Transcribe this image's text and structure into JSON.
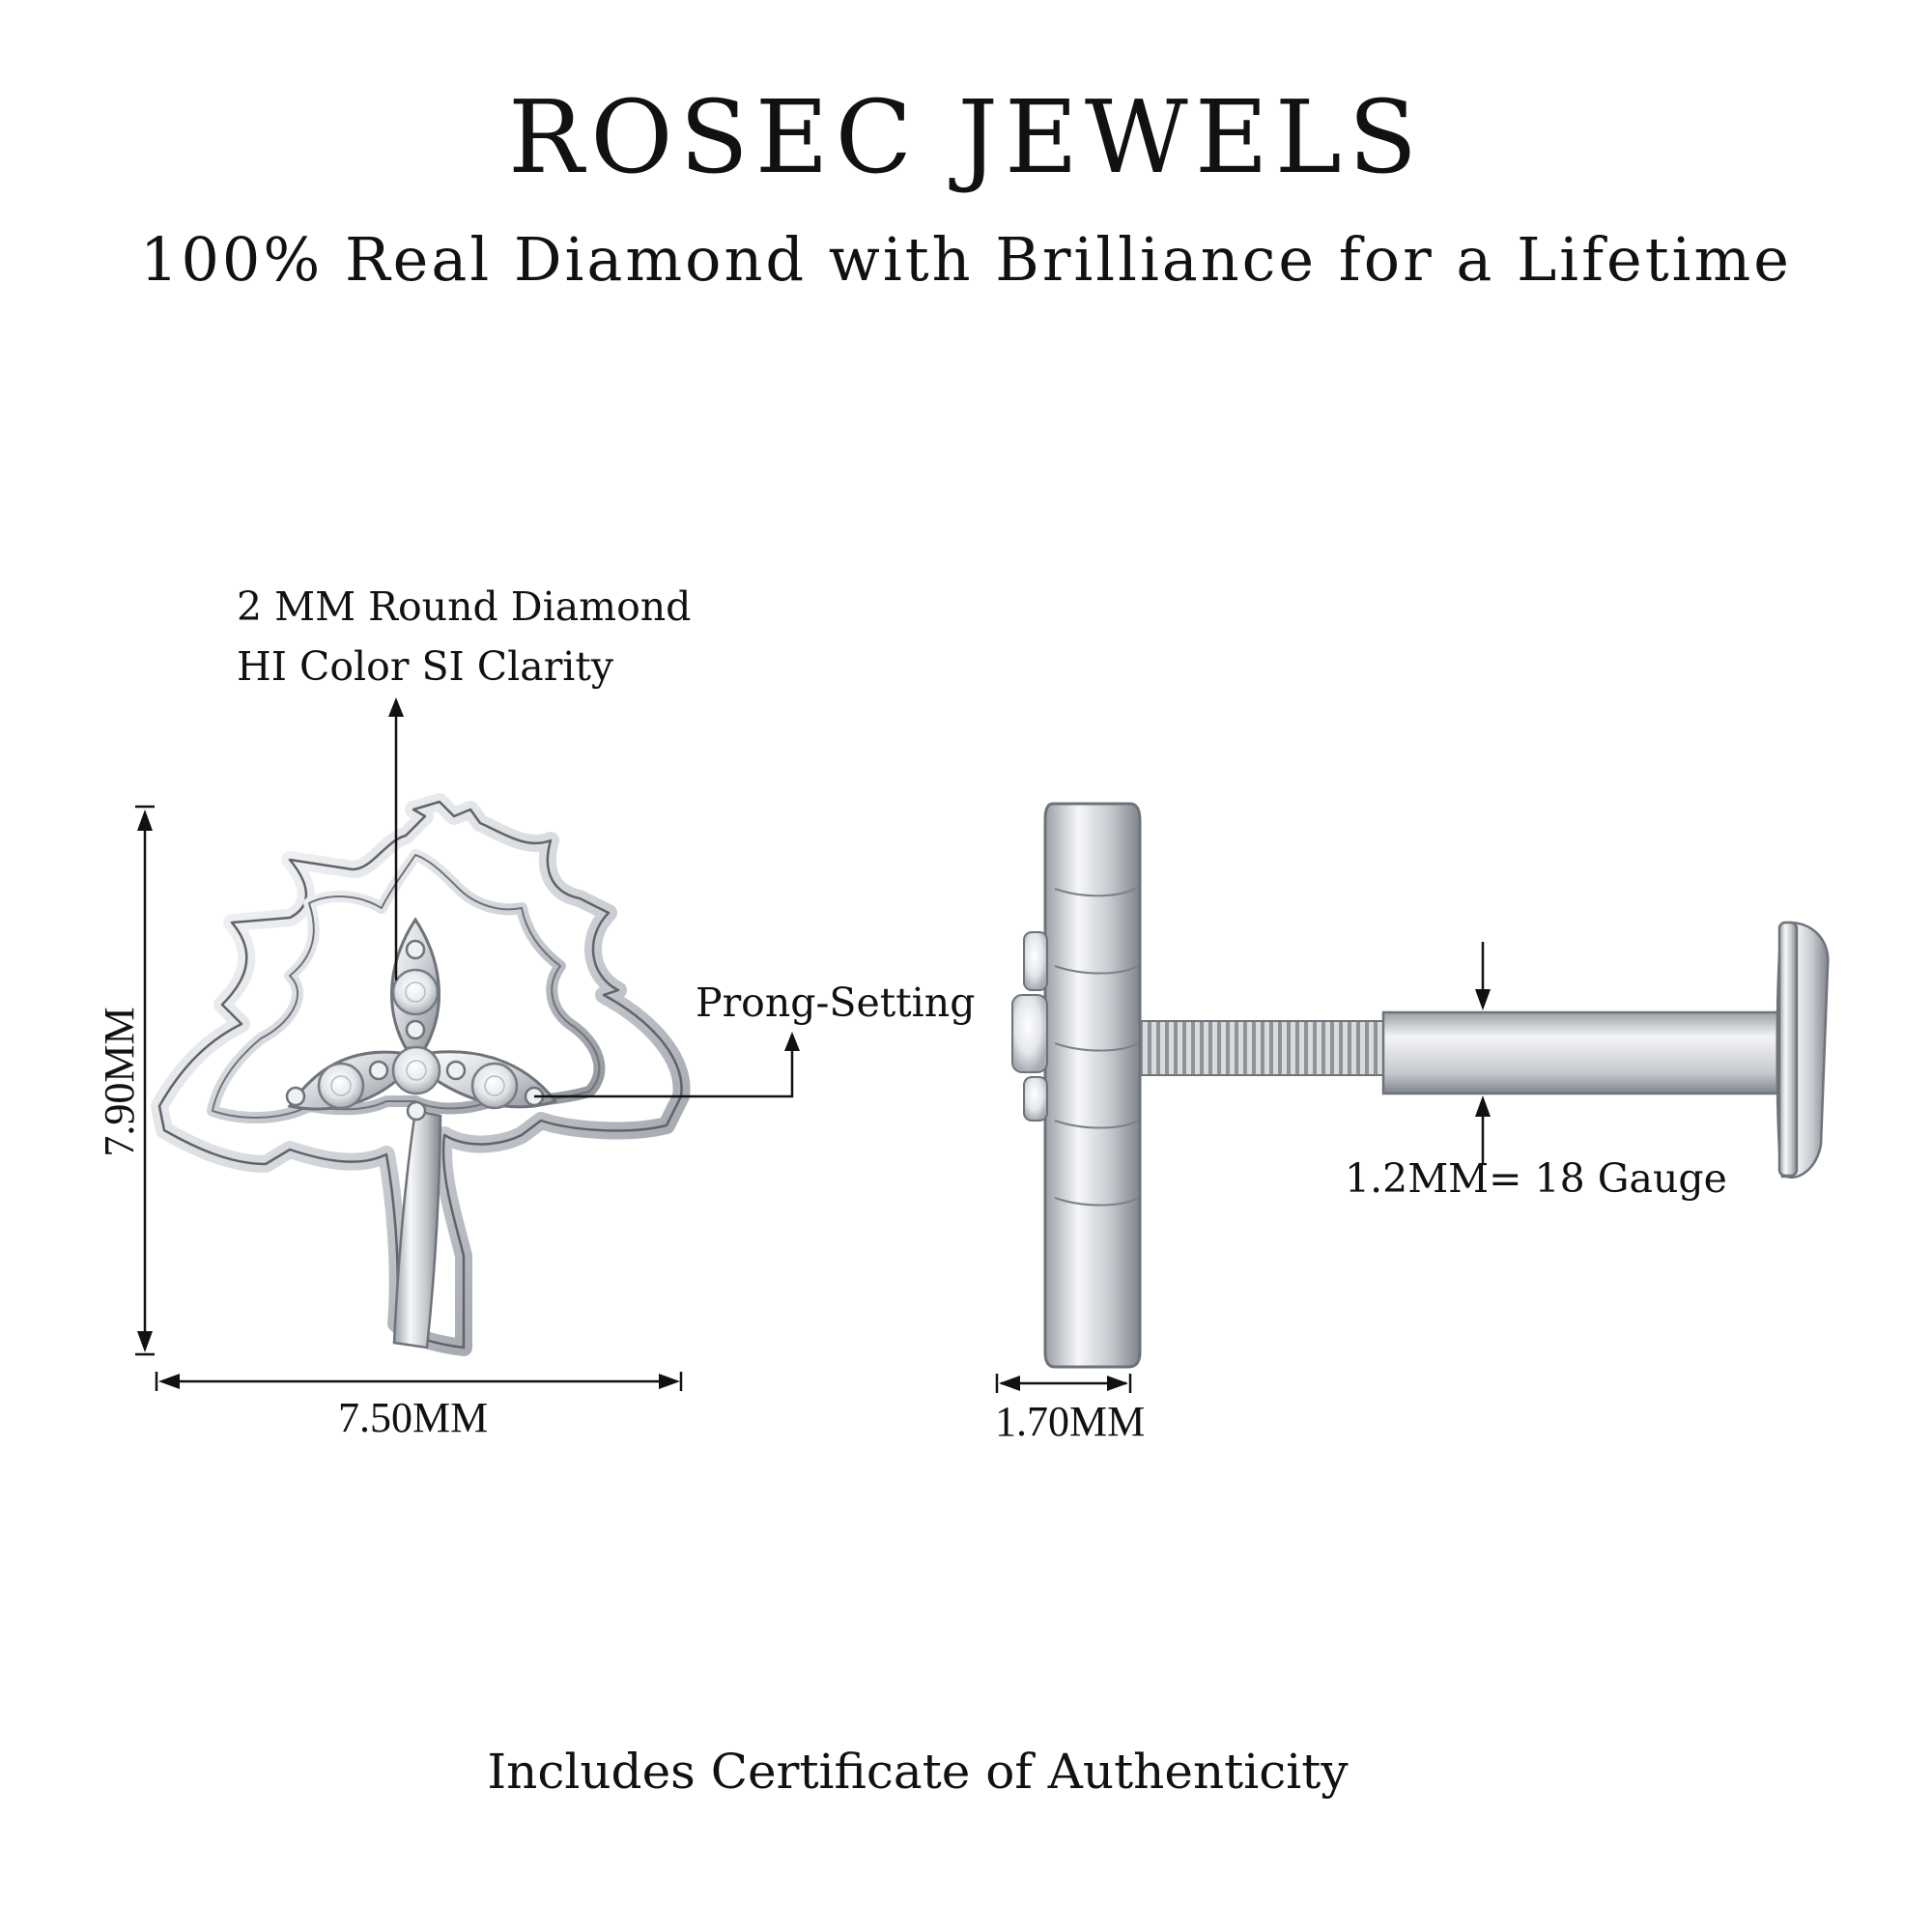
{
  "header": {
    "brand": "ROSEC JEWELS",
    "tagline": "100% Real Diamond with Brilliance for a Lifetime"
  },
  "annotations": {
    "diamond_line1": "2 MM Round Diamond",
    "diamond_line2": "HI Color SI Clarity",
    "prong": "Prong-Setting",
    "gauge": "1.2MM= 18 Gauge"
  },
  "dimensions": {
    "height": "7.90MM",
    "width": "7.50MM",
    "depth": "1.70MM"
  },
  "footer": {
    "certificate": "Includes Certificate of Authenticity"
  },
  "colors": {
    "metal_light": "#f4f5f7",
    "metal_mid": "#c9ccd1",
    "metal_dark": "#7c8087",
    "ink": "#111111"
  }
}
